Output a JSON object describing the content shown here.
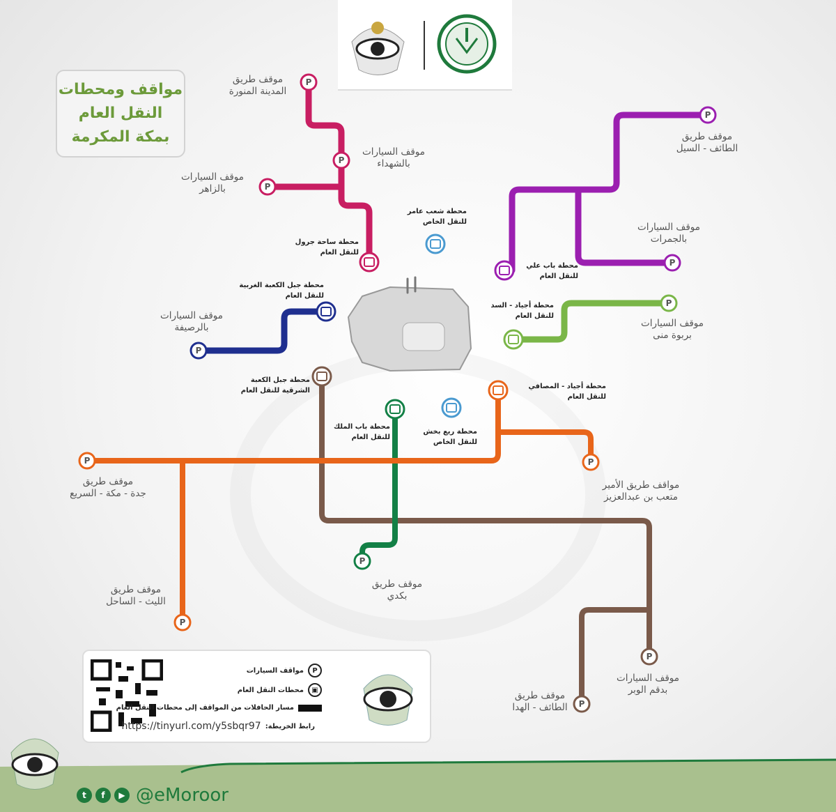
{
  "title": {
    "line1": "مواقف ومحطات",
    "line2": "النقل العام",
    "line3": "بمكة المكرمة"
  },
  "colors": {
    "pink": "#c81e62",
    "purple": "#9b1fb0",
    "green_light": "#7ab648",
    "blue_dark": "#1f2f8f",
    "brown": "#7a5a4a",
    "green_dark": "#138046",
    "orange": "#e8651a",
    "blue_light": "#4a9ad0",
    "brand_green": "#1f7a3c"
  },
  "parking": {
    "madinah_road": {
      "line1": "موقف طريق",
      "line2": "المدينة المنورة"
    },
    "shuhada": {
      "line1": "موقف السيارات",
      "line2": "بالشهداء"
    },
    "zaher": {
      "line1": "موقف السيارات",
      "line2": "بالزاهر"
    },
    "rusaifah": {
      "line1": "موقف السيارات",
      "line2": "بالرصيفة"
    },
    "taif_sail": {
      "line1": "موقف طريق",
      "line2": "الطائف - السيل"
    },
    "jamarat": {
      "line1": "موقف السيارات",
      "line2": "بالجمرات"
    },
    "rabwat_mina": {
      "line1": "موقف السيارات",
      "line2": "بربوة منى"
    },
    "jeddah_makkah": {
      "line1": "موقف طريق",
      "line2": "جدة - مكة - السريع"
    },
    "prince_mutaib": {
      "line1": "مواقف طريق الأمير",
      "line2": "متعب بن عبدالعزيز"
    },
    "laith_sahel": {
      "line1": "موقف طريق",
      "line2": "الليث - الساحل"
    },
    "kudai": {
      "line1": "موقف طريق",
      "line2": "بكدي"
    },
    "daqm_wabr": {
      "line1": "موقف السيارات",
      "line2": "بدقم الوبر"
    },
    "taif_hada": {
      "line1": "موقف طريق",
      "line2": "الطائف - الهدا"
    }
  },
  "stations": {
    "jarwal": {
      "line1": "محطة ساحة جرول",
      "line2": "للنقل العام"
    },
    "shib_amer": {
      "line1": "محطة شعب عامر",
      "line2": "للنقل الخاص"
    },
    "jabal_kaaba_west": {
      "line1": "محطة جبل الكعبة الغربية",
      "line2": "للنقل العام"
    },
    "bab_ali": {
      "line1": "محطة باب علي",
      "line2": "للنقل العام"
    },
    "ajyad_sad": {
      "line1": "محطة أجياد - السد",
      "line2": "للنقل العام"
    },
    "jabal_kaaba_east": {
      "line1": "محطة جبل الكعبة",
      "line2": "الشرقية للنقل العام"
    },
    "ajyad_masafi": {
      "line1": "محطة أجياد - المصافي",
      "line2": "للنقل العام"
    },
    "bab_malik": {
      "line1": "محطة باب الملك",
      "line2": "للنقل العام"
    },
    "rea_bakhsh": {
      "line1": "محطة ريع بخش",
      "line2": "للنقل الخاص"
    }
  },
  "legend": {
    "parking": "مواقف السيارات",
    "stations": "محطات النقل العام",
    "route": "مسار الحافلات من المواقف إلى محطات النقل العام",
    "link_label": "رابط الخريطة:",
    "link": "https://tinyurl.com/y5sbqr97"
  },
  "footer": {
    "handle": "@eMoroor",
    "icons": [
      "twitter-icon",
      "facebook-icon",
      "youtube-icon"
    ]
  },
  "icon_glyphs": {
    "parking": "P",
    "bus": "▣"
  }
}
